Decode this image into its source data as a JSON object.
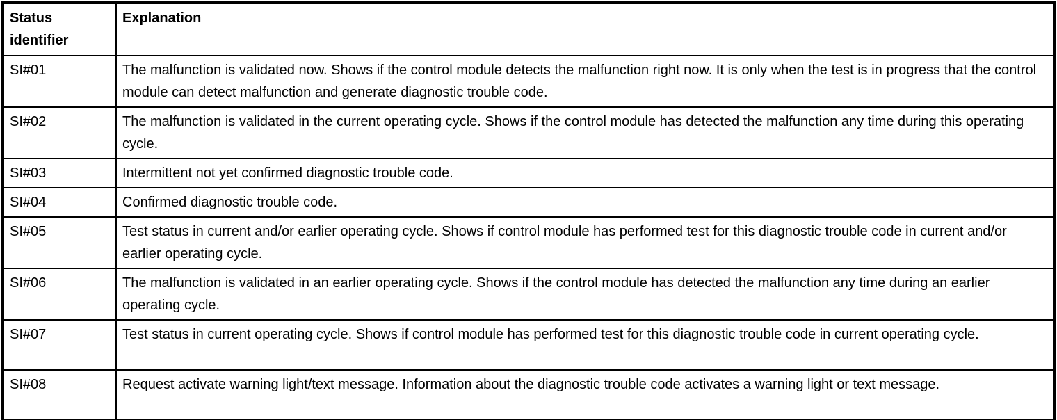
{
  "table": {
    "name": "status-identifier-table",
    "header": {
      "status_identifier": "Status\nidentifier",
      "explanation": "Explanation"
    },
    "rows": [
      {
        "id": "SI#01",
        "explanation": "The malfunction is validated now. Shows if the control module detects the malfunction right now. It is only when the test is in progress that the control module can detect malfunction and generate diagnostic trouble code."
      },
      {
        "id": "SI#02",
        "explanation": "The malfunction is validated in the current operating cycle. Shows if the control module has detected the malfunction any time during this operating cycle."
      },
      {
        "id": "SI#03",
        "explanation": "Intermittent not yet confirmed diagnostic trouble code."
      },
      {
        "id": "SI#04",
        "explanation": "Confirmed diagnostic trouble code."
      },
      {
        "id": "SI#05",
        "explanation": "Test status in current and/or earlier operating cycle. Shows if control module has performed test for this diagnostic trouble code in current and/or earlier operating cycle."
      },
      {
        "id": "SI#06",
        "explanation": "The malfunction is validated in an earlier operating cycle. Shows if the control module has detected the malfunction any time during an earlier operating cycle."
      },
      {
        "id": "SI#07",
        "explanation": "Test status in current operating cycle. Shows if control module has performed test for this diagnostic trouble code in current operating cycle."
      },
      {
        "id": "SI#08",
        "explanation": "Request activate warning light/text message. Information about the diagnostic trouble code activates a warning light or text message."
      }
    ],
    "colors": {
      "border": "#000000",
      "text": "#000000",
      "background": "#ffffff"
    }
  }
}
